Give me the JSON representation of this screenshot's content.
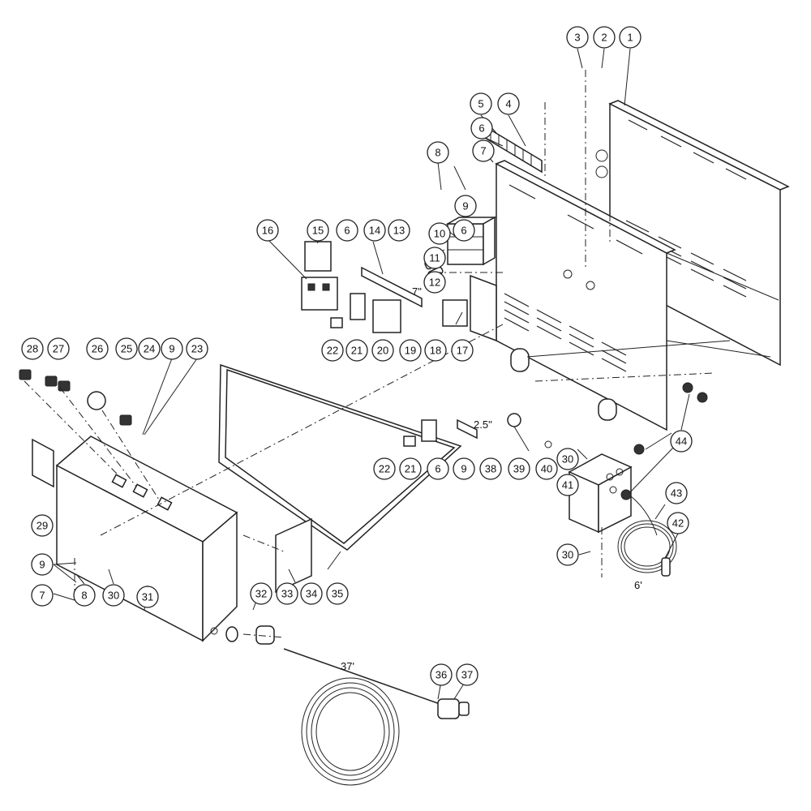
{
  "callouts": [
    {
      "n": "1"
    },
    {
      "n": "2"
    },
    {
      "n": "3"
    },
    {
      "n": "4"
    },
    {
      "n": "5"
    },
    {
      "n": "6"
    },
    {
      "n": "7"
    },
    {
      "n": "8"
    },
    {
      "n": "9"
    },
    {
      "n": "6"
    },
    {
      "n": "10"
    },
    {
      "n": "11"
    },
    {
      "n": "12"
    },
    {
      "n": "16"
    },
    {
      "n": "15"
    },
    {
      "n": "6"
    },
    {
      "n": "14"
    },
    {
      "n": "13"
    },
    {
      "n": "22"
    },
    {
      "n": "21"
    },
    {
      "n": "20"
    },
    {
      "n": "19"
    },
    {
      "n": "18"
    },
    {
      "n": "17"
    },
    {
      "n": "28"
    },
    {
      "n": "27"
    },
    {
      "n": "26"
    },
    {
      "n": "25"
    },
    {
      "n": "24"
    },
    {
      "n": "9"
    },
    {
      "n": "23"
    },
    {
      "n": "22"
    },
    {
      "n": "21"
    },
    {
      "n": "6"
    },
    {
      "n": "9"
    },
    {
      "n": "38"
    },
    {
      "n": "39"
    },
    {
      "n": "40"
    },
    {
      "n": "44"
    },
    {
      "n": "30"
    },
    {
      "n": "43"
    },
    {
      "n": "42"
    },
    {
      "n": "41"
    },
    {
      "n": "30"
    },
    {
      "n": "29"
    },
    {
      "n": "9"
    },
    {
      "n": "8"
    },
    {
      "n": "7"
    },
    {
      "n": "30"
    },
    {
      "n": "31"
    },
    {
      "n": "32"
    },
    {
      "n": "33"
    },
    {
      "n": "34"
    },
    {
      "n": "35"
    },
    {
      "n": "36"
    },
    {
      "n": "37"
    }
  ],
  "dimensions": {
    "rail_top": "7\"",
    "rail_bottom": "2.5\"",
    "sensor_cord": "6'",
    "power_cord": "37'"
  }
}
